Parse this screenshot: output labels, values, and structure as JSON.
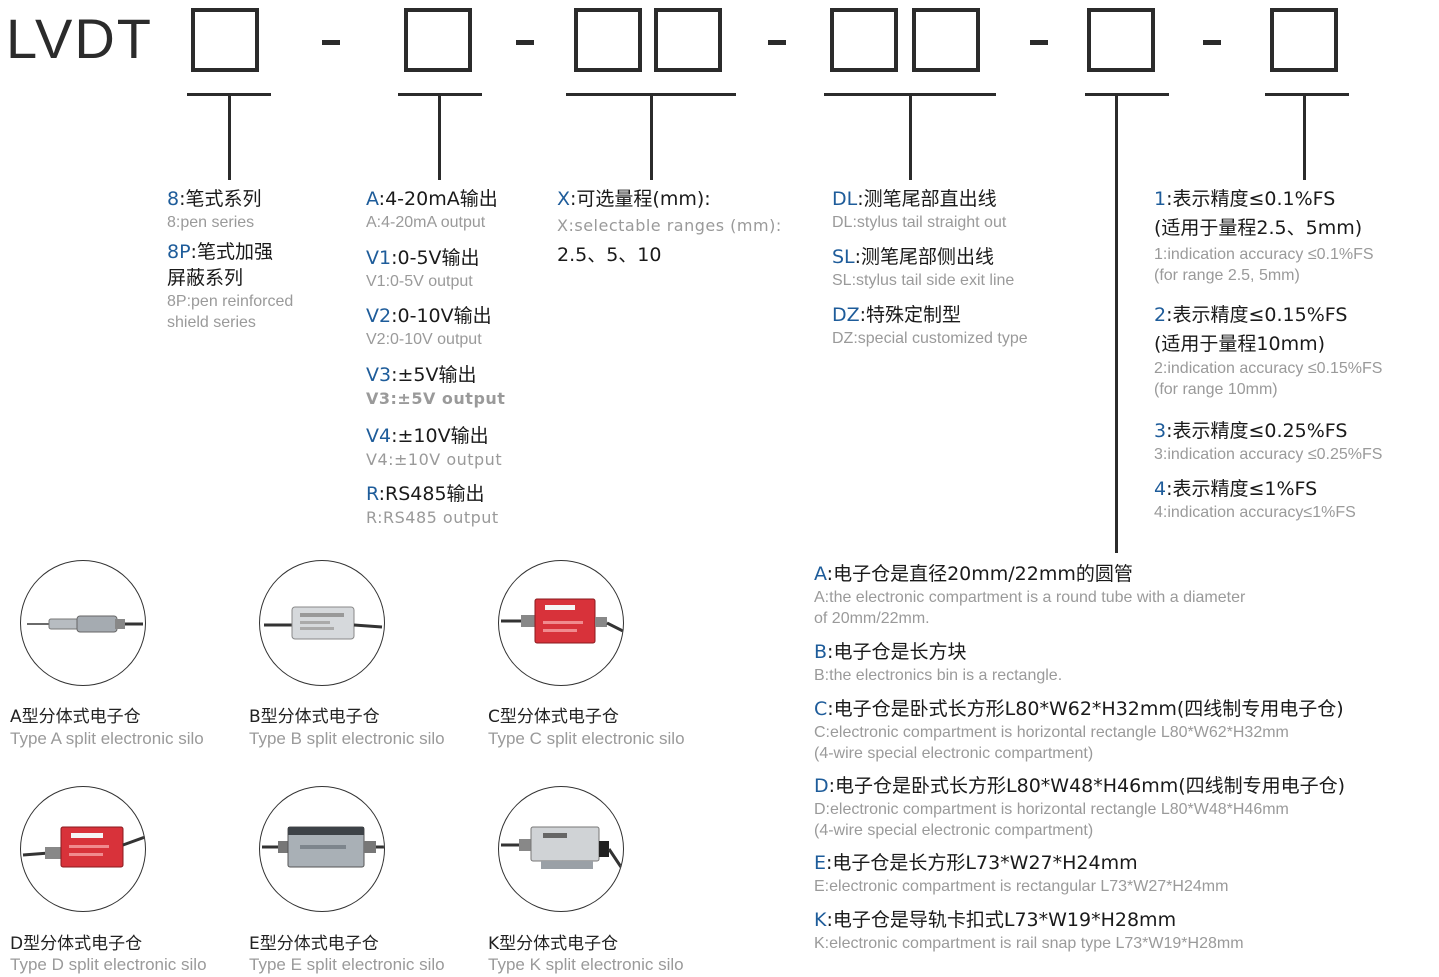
{
  "title": "LVDT",
  "separators": [
    "-",
    "-",
    "-",
    "-",
    "-"
  ],
  "colors": {
    "code": "#1e5c9a",
    "english": "#9a9a9a",
    "line": "#2b2b2b"
  },
  "series": [
    {
      "code": "8",
      "cn": ":笔式系列",
      "en": "8:pen series"
    },
    {
      "code": "8P",
      "cn": ":笔式加强",
      "cn2": "屏蔽系列",
      "en": "8P:pen reinforced",
      "en2": "shield series"
    }
  ],
  "output": [
    {
      "code": "A",
      "cn": ":4-20mA输出",
      "en": "A:4-20mA output"
    },
    {
      "code": "V1",
      "cn": ":0-5V输出",
      "en": "V1:0-5V output"
    },
    {
      "code": "V2",
      "cn": ":0-10V输出",
      "en": "V2:0-10V output"
    },
    {
      "code": "V3",
      "cn": ":±5V输出",
      "en": "V3:±5V output"
    },
    {
      "code": "V4",
      "cn": ":±10V输出",
      "en": "V4:±10V output"
    },
    {
      "code": "R",
      "cn": ":RS485输出",
      "en": "R:RS485 output"
    }
  ],
  "range": {
    "code": "X",
    "cn": ":可选量程(mm):",
    "en": "X:selectable ranges (mm):",
    "values": "2.5、5、10"
  },
  "cable": [
    {
      "code": "DL",
      "cn": ":测笔尾部直出线",
      "en": "DL:stylus tail straight out"
    },
    {
      "code": "SL",
      "cn": ":测笔尾部侧出线",
      "en": "SL:stylus tail side exit line"
    },
    {
      "code": "DZ",
      "cn": ":特殊定制型",
      "en": "DZ:special customized type"
    }
  ],
  "accuracy": [
    {
      "code": "1",
      "cn": ":表示精度≤0.1%FS",
      "cn2": "(适用于量程2.5、5mm)",
      "en": "1:indication accuracy ≤0.1%FS",
      "en2": "(for range 2.5, 5mm)"
    },
    {
      "code": "2",
      "cn": ":表示精度≤0.15%FS",
      "cn2": "(适用于量程10mm)",
      "en": "2:indication accuracy ≤0.15%FS",
      "en2": "(for range 10mm)"
    },
    {
      "code": "3",
      "cn": ":表示精度≤0.25%FS",
      "en": "3:indication accuracy ≤0.25%FS"
    },
    {
      "code": "4",
      "cn": ":表示精度≤1%FS",
      "en": "4:indication accuracy≤1%FS"
    }
  ],
  "housing": [
    {
      "code": "A",
      "cn": ":电子仓是直径20mm/22mm的圆管",
      "en": "A:the electronic compartment is a round tube with a diameter",
      "en2": "of 20mm/22mm."
    },
    {
      "code": "B",
      "cn": ":电子仓是长方块",
      "en": "B:the electronics bin is a rectangle."
    },
    {
      "code": "C",
      "cn": ":电子仓是卧式长方形L80*W62*H32mm(四线制专用电子仓)",
      "en": "C:electronic compartment is horizontal rectangle L80*W62*H32mm",
      "en2": "(4-wire special electronic compartment)"
    },
    {
      "code": "D",
      "cn": ":电子仓是卧式长方形L80*W48*H46mm(四线制专用电子仓)",
      "en": "D:electronic compartment is horizontal rectangle L80*W48*H46mm",
      "en2": "(4-wire special electronic compartment)"
    },
    {
      "code": "E",
      "cn": ":电子仓是长方形L73*W27*H24mm",
      "en": "E:electronic compartment is rectangular L73*W27*H24mm"
    },
    {
      "code": "K",
      "cn": ":电子仓是导轨卡扣式L73*W19*H28mm",
      "en": "K:electronic compartment is rail snap type L73*W19*H28mm"
    }
  ],
  "products": [
    {
      "cn": "A型分体式电子仓",
      "en": "Type A split electronic silo",
      "color": "#9aa0a6"
    },
    {
      "cn": "B型分体式电子仓",
      "en": "Type B split electronic silo",
      "color": "#c8ccd0"
    },
    {
      "cn": "C型分体式电子仓",
      "en": "Type C split electronic silo",
      "color": "#d8323a"
    },
    {
      "cn": "D型分体式电子仓",
      "en": "Type D split electronic silo",
      "color": "#d8323a"
    },
    {
      "cn": "E型分体式电子仓",
      "en": "Type E split electronic silo",
      "color": "#a9b0b6"
    },
    {
      "cn": "K型分体式电子仓",
      "en": "Type K split electronic silo",
      "color": "#d0d3d6"
    }
  ]
}
